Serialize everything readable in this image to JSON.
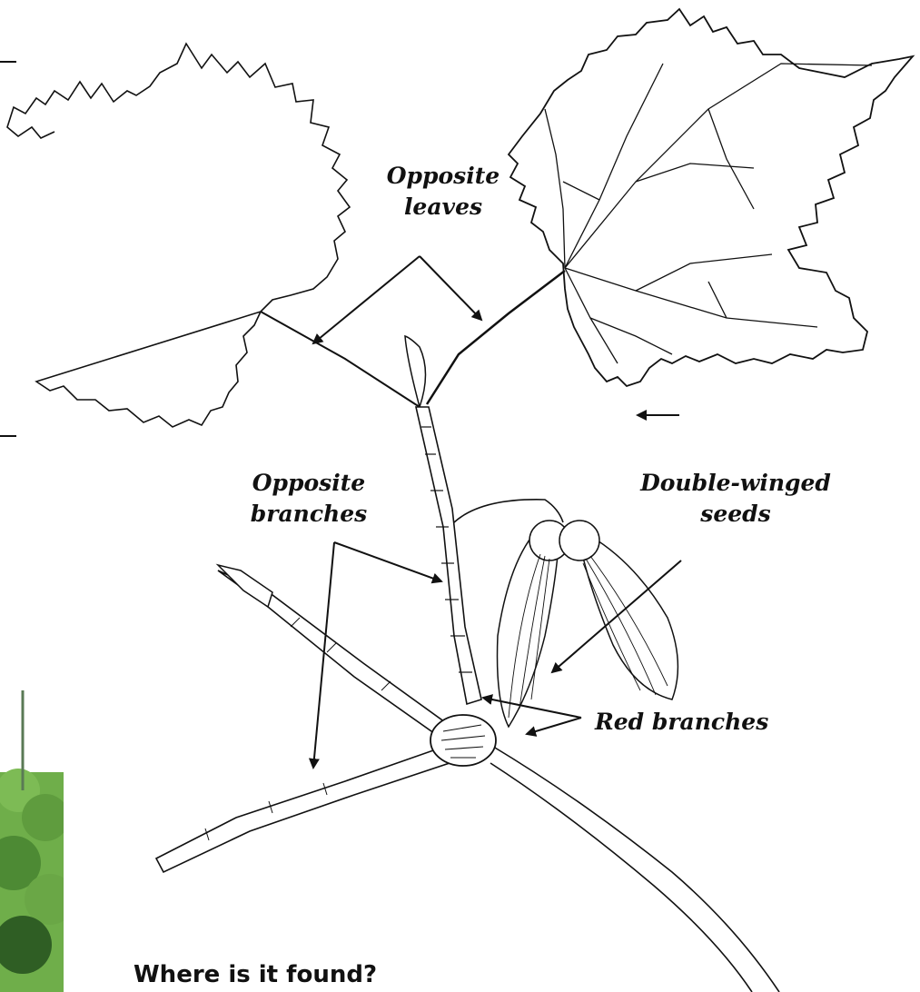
{
  "labels": {
    "opposite_leaves": [
      "Opposite",
      "leaves"
    ],
    "opposite_branches": [
      "Opposite",
      "branches"
    ],
    "double_winged_seeds": [
      "Double-winged",
      "seeds"
    ],
    "red_branches": "Red branches"
  },
  "heading": "Where is it found?",
  "colors": {
    "ink": "#111111",
    "photo_foliage": "#6fae4a",
    "photo_dark": "#2f5e24"
  },
  "icons": [
    "leaf",
    "bud",
    "maple-seed",
    "branch",
    "arrow",
    "tree-photo"
  ]
}
